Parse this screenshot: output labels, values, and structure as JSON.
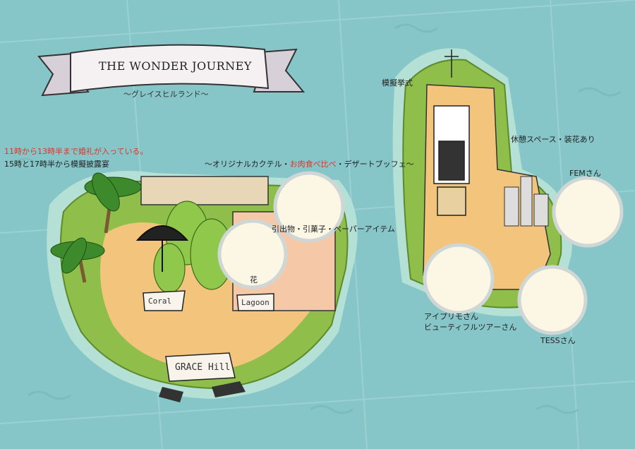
{
  "title": "THE WONDER JOURNEY",
  "subtitle": "〜グレイスヒルランド〜",
  "notes": {
    "wedding": "11時から13時半まで婚礼が入っている。",
    "banquet": "15時と17時半から模擬披露宴"
  },
  "buffet": {
    "prefix": "〜オリジナルカクテル・",
    "highlight": "お肉食べ比べ",
    "suffix": "・デザートブッフェ〜"
  },
  "labels": {
    "gifts": "引出物・引菓子・ペーパーアイテム",
    "flowers": "花",
    "ceremony": "模擬挙式",
    "rest": "休憩スペース・装花あり",
    "fem": "FEMさん",
    "aipurimo": "アイプリモさん",
    "beautiful": "ビューティフルツアーさん",
    "tess": "TESSさん"
  },
  "signs": {
    "coral": "Coral",
    "lagoon": "Lagoon",
    "grace": "GRACE Hill"
  },
  "colors": {
    "sea": "#86c6c9",
    "island": "#8fbf4a",
    "sand": "#f2c47c",
    "accent_red": "#e0332a"
  }
}
